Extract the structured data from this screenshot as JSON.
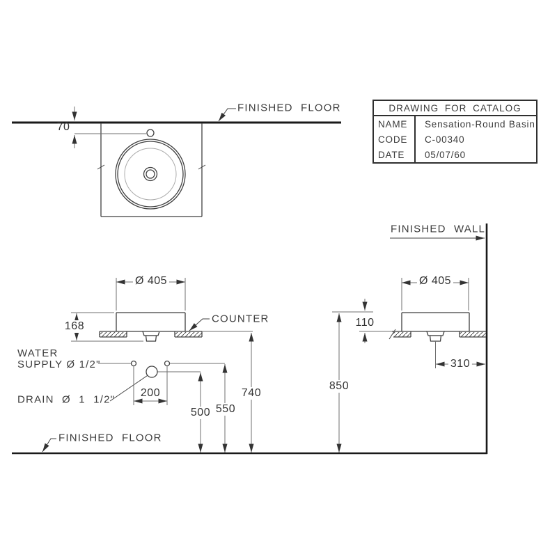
{
  "colors": {
    "background": "#ffffff",
    "object_line": "#3f3f3f",
    "thick_line": "#1a1a1a",
    "dimension_line": "#6f6f6f",
    "text": "#3d3d3d"
  },
  "plan_view": {
    "finished_floor_label": "FINISHED FLOOR",
    "dim_70": "70"
  },
  "title_block": {
    "title": "DRAWING FOR CATALOG",
    "rows": [
      {
        "label": "NAME",
        "value": "Sensation-Round Basin"
      },
      {
        "label": "CODE",
        "value": "C-00340"
      },
      {
        "label": "DATE",
        "value": "05/07/60"
      }
    ]
  },
  "front_view": {
    "dim_diameter": "Ø 405",
    "dim_168": "168",
    "counter_label": "COUNTER",
    "water_supply_label_line1": "WATER",
    "water_supply_label_line2": "SUPPLY Ø 1/2\"",
    "drain_label": "DRAIN Ø 1 1/2\"",
    "dim_200": "200",
    "dim_500": "500",
    "dim_550": "550",
    "dim_740": "740",
    "finished_floor_label": "FINISHED FLOOR"
  },
  "side_view": {
    "finished_wall_label": "FINISHED WALL",
    "dim_diameter": "Ø 405",
    "dim_110": "110",
    "dim_310": "310",
    "dim_850": "850"
  }
}
